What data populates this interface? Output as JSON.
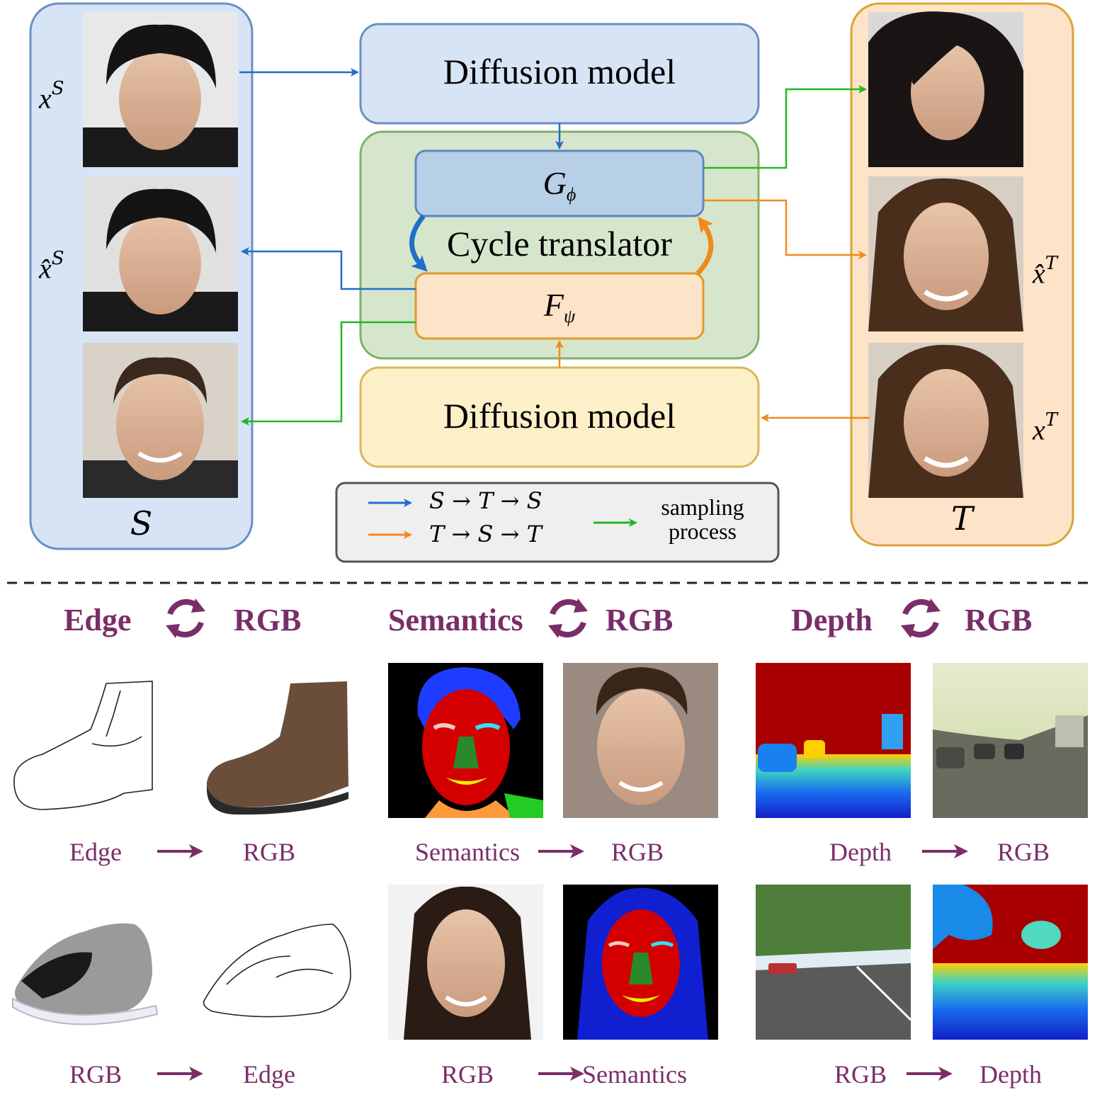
{
  "top_diagram": {
    "source_set": {
      "label": "S",
      "x_label": "x",
      "xhat_label": "x̂",
      "superscript": "S"
    },
    "target_set": {
      "label": "T",
      "x_label": "x",
      "xhat_label": "x̂",
      "superscript": "T"
    },
    "diffusion_top": "Diffusion model",
    "diffusion_bottom": "Diffusion model",
    "cycle_translator": "Cycle translator",
    "G": {
      "symbol": "G",
      "subscript": "ϕ"
    },
    "F": {
      "symbol": "F",
      "subscript": "ψ"
    },
    "legend": {
      "blue_path": "S → T → S",
      "orange_path": "T → S → T",
      "green_line1": "sampling",
      "green_line2": "process"
    }
  },
  "tasks": [
    {
      "left": "Edge",
      "right": "RGB"
    },
    {
      "left": "Semantics",
      "right": "RGB"
    },
    {
      "left": "Depth",
      "right": "RGB"
    }
  ],
  "captions": {
    "row1": [
      {
        "from": "Edge",
        "to": "RGB"
      },
      {
        "from": "Semantics",
        "to": "RGB"
      },
      {
        "from": "Depth",
        "to": "RGB"
      }
    ],
    "row2": [
      {
        "from": "RGB",
        "to": "Edge"
      },
      {
        "from": "RGB",
        "to": "Semantics"
      },
      {
        "from": "RGB",
        "to": "Depth"
      }
    ]
  },
  "colors": {
    "blue": "#1f6fc8",
    "orange": "#f08a1c",
    "green": "#22b822",
    "purple": "#7a2e68",
    "source_fill": "#d6e4f5",
    "target_fill": "#fde3c8",
    "translator_fill": "#d6e6cc"
  }
}
